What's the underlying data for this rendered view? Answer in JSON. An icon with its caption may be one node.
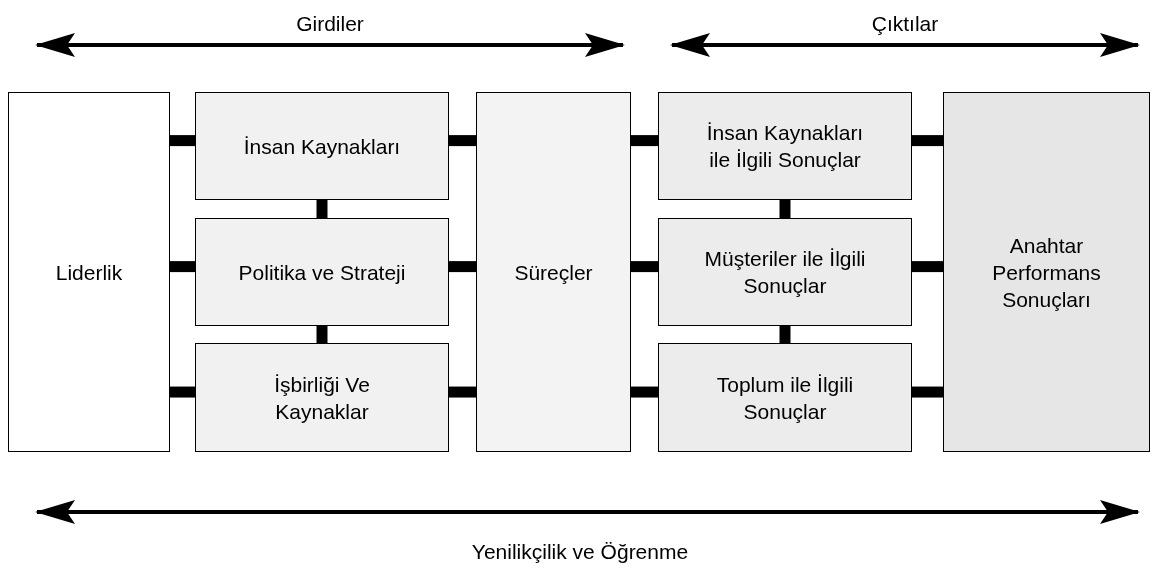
{
  "diagram": {
    "nodes": [
      {
        "text": [
          "Liderlik"
        ]
      },
      {
        "text": [
          "İnsan Kaynakları"
        ]
      },
      {
        "text": [
          "Politika ve Strateji"
        ]
      },
      {
        "text": [
          "İşbirliği Ve Kaynaklar"
        ]
      },
      {
        "text": [
          "Süreçler"
        ]
      },
      {
        "text": [
          "İnsan Kaynakları ile İlgili Sonuçlar"
        ]
      },
      {
        "text": [
          "Müşteriler ile İlgili Sonuçlar"
        ]
      },
      {
        "text": [
          "Toplum ile İlgili Sonuçlar"
        ]
      },
      {
        "text": [
          "Anahtar Performans Sonuçları"
        ]
      }
    ],
    "edges": [
      {
        "from": 0,
        "to": 1,
        "arrow": "none"
      },
      {
        "from": 0,
        "to": 2,
        "arrow": "none"
      },
      {
        "from": 0,
        "to": 3,
        "arrow": "none"
      },
      {
        "from": 1,
        "to": 2,
        "arrow": "none"
      },
      {
        "from": 2,
        "to": 3,
        "arrow": "none"
      },
      {
        "from": 1,
        "to": 4,
        "arrow": "none"
      },
      {
        "from": 2,
        "to": 4,
        "arrow": "none"
      },
      {
        "from": 3,
        "to": 4,
        "arrow": "none"
      },
      {
        "from": 4,
        "to": 5,
        "arrow": "none"
      },
      {
        "from": 4,
        "to": 6,
        "arrow": "none"
      },
      {
        "from": 4,
        "to": 7,
        "arrow": "none"
      },
      {
        "from": 5,
        "to": 6,
        "arrow": "none"
      },
      {
        "from": 6,
        "to": 7,
        "arrow": "none"
      },
      {
        "from": 5,
        "to": 8,
        "arrow": "none"
      },
      {
        "from": 6,
        "to": 8,
        "arrow": "none"
      },
      {
        "from": 7,
        "to": 8,
        "arrow": "none"
      }
    ],
    "labels": [
      "Girdiler",
      "Çıktılar",
      "Yenilikçilik ve Öğrenme"
    ]
  }
}
